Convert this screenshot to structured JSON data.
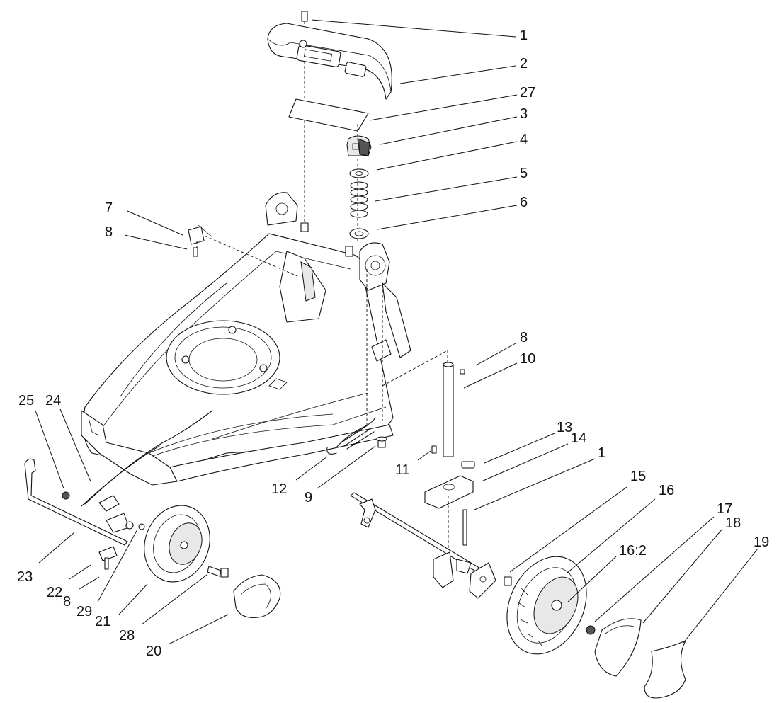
{
  "diagram": {
    "callouts": [
      {
        "id": "c1a",
        "label": "1"
      },
      {
        "id": "c2",
        "label": "2"
      },
      {
        "id": "c27",
        "label": "27"
      },
      {
        "id": "c3",
        "label": "3"
      },
      {
        "id": "c4",
        "label": "4"
      },
      {
        "id": "c5",
        "label": "5"
      },
      {
        "id": "c6",
        "label": "6"
      },
      {
        "id": "c7",
        "label": "7"
      },
      {
        "id": "c8a",
        "label": "8"
      },
      {
        "id": "c8b",
        "label": "8"
      },
      {
        "id": "c10",
        "label": "10"
      },
      {
        "id": "c13",
        "label": "13"
      },
      {
        "id": "c14",
        "label": "14"
      },
      {
        "id": "c1b",
        "label": "1"
      },
      {
        "id": "c11",
        "label": "11"
      },
      {
        "id": "c12",
        "label": "12"
      },
      {
        "id": "c9",
        "label": "9"
      },
      {
        "id": "c25",
        "label": "25"
      },
      {
        "id": "c24",
        "label": "24"
      },
      {
        "id": "c15",
        "label": "15"
      },
      {
        "id": "c16",
        "label": "16"
      },
      {
        "id": "c17",
        "label": "17"
      },
      {
        "id": "c18",
        "label": "18"
      },
      {
        "id": "c19",
        "label": "19"
      },
      {
        "id": "c162",
        "label": "16:2"
      },
      {
        "id": "c23",
        "label": "23"
      },
      {
        "id": "c22",
        "label": "22"
      },
      {
        "id": "c8c",
        "label": "8"
      },
      {
        "id": "c29",
        "label": "29"
      },
      {
        "id": "c21",
        "label": "21"
      },
      {
        "id": "c28",
        "label": "28"
      },
      {
        "id": "c20",
        "label": "20"
      }
    ]
  }
}
